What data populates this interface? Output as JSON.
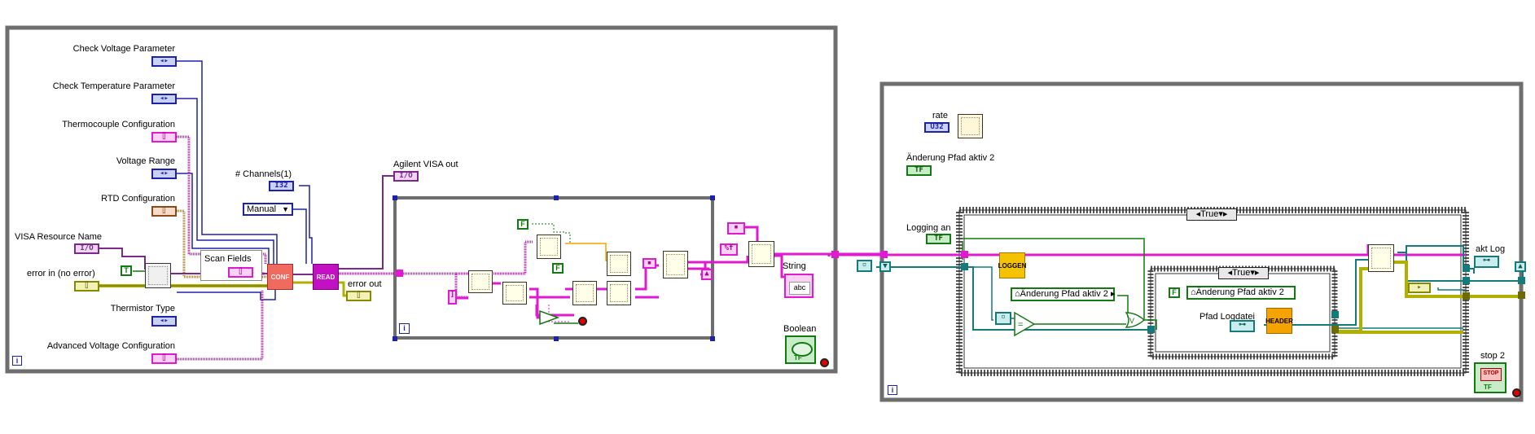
{
  "loop1": {
    "controls": {
      "check_voltage": {
        "label": "Check Voltage Parameter",
        "term": "◂▸"
      },
      "check_temperature": {
        "label": "Check Temperature Parameter",
        "term": "◂▸"
      },
      "thermocouple": {
        "label": "Thermocouple Configuration",
        "term": "⌷"
      },
      "voltage_range": {
        "label": "Voltage Range",
        "term": "◂▸"
      },
      "rtd": {
        "label": "RTD Configuration",
        "term": "⌷"
      },
      "visa_resource": {
        "label": "VISA Resource Name",
        "term": "I/O"
      },
      "error_in": {
        "label": "error in (no error)",
        "term": "⌷"
      },
      "thermistor": {
        "label": "Thermistor Type",
        "term": "◂▸"
      },
      "advanced_voltage": {
        "label": "Advanced Voltage Configuration",
        "term": "⌷"
      },
      "channels": {
        "label": "# Channels(1)",
        "term": "I32"
      },
      "scan_fields": {
        "label": "Scan Fields",
        "term": "⌷"
      }
    },
    "ring_value": "Manual",
    "true_const": "T",
    "conf_label": "CONF",
    "read_label": "READ",
    "agilent_out": {
      "label": "Agilent VISA out",
      "term": "I/O"
    },
    "error_out": {
      "label": "error out",
      "term": "⌷"
    },
    "false_const": "F",
    "format_const": "%f",
    "string_ind": {
      "label": "String",
      "term": "abc"
    },
    "boolean_ind": {
      "label": "Boolean",
      "term": "TF"
    },
    "iter": "i"
  },
  "loop2": {
    "rate": {
      "label": "rate",
      "term": "U32"
    },
    "change_path": {
      "label": "Änderung Pfad aktiv 2",
      "term": "TF"
    },
    "logging_on": {
      "label": "Logging an",
      "term": "TF"
    },
    "case_outer": "True",
    "case_inner": "True",
    "loggen_label": "LOGGEN",
    "local_var_1": "Änderung Pfad aktiv 2",
    "local_var_2": "Änderung Pfad aktiv 2",
    "false_const_2": "F",
    "pfad_logdatei": {
      "label": "Pfad Logdatei"
    },
    "header_label": "HEADER",
    "akt_log": {
      "label": "akt Log"
    },
    "stop2": {
      "label": "stop 2",
      "term": "STOP"
    },
    "iter": "i"
  },
  "colors": {
    "loop_border": "#6e6e6e",
    "pink_wire": "#e01ad0",
    "blue_wire": "#1e22a8",
    "orange_node": "#f4a300",
    "conf_node": "#f06a5e",
    "read_node": "#c410c4"
  }
}
